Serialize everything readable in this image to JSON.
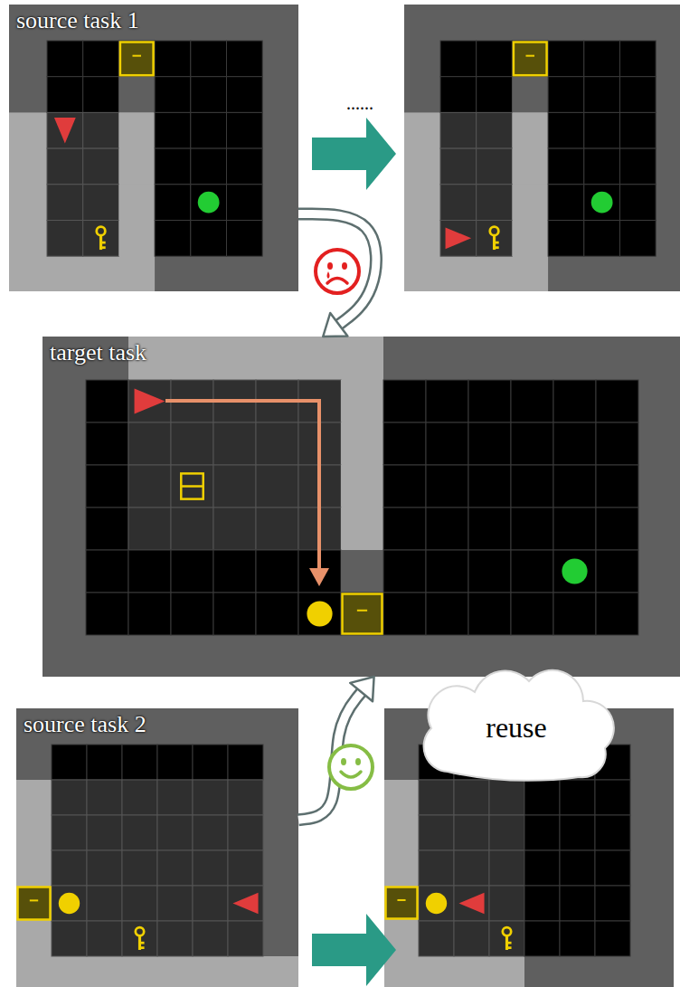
{
  "diagram": {
    "nodes": [
      {
        "text": [
          "source task 1"
        ]
      },
      {
        "text": [
          "target task"
        ]
      },
      {
        "text": [
          "source task 2"
        ]
      },
      {
        "text": [
          "reuse"
        ]
      }
    ],
    "edges": [
      {
        "from": 0,
        "to": 1,
        "arrow": "to"
      },
      {
        "from": 2,
        "to": 1,
        "arrow": "to"
      }
    ],
    "labels": [
      "......"
    ]
  }
}
